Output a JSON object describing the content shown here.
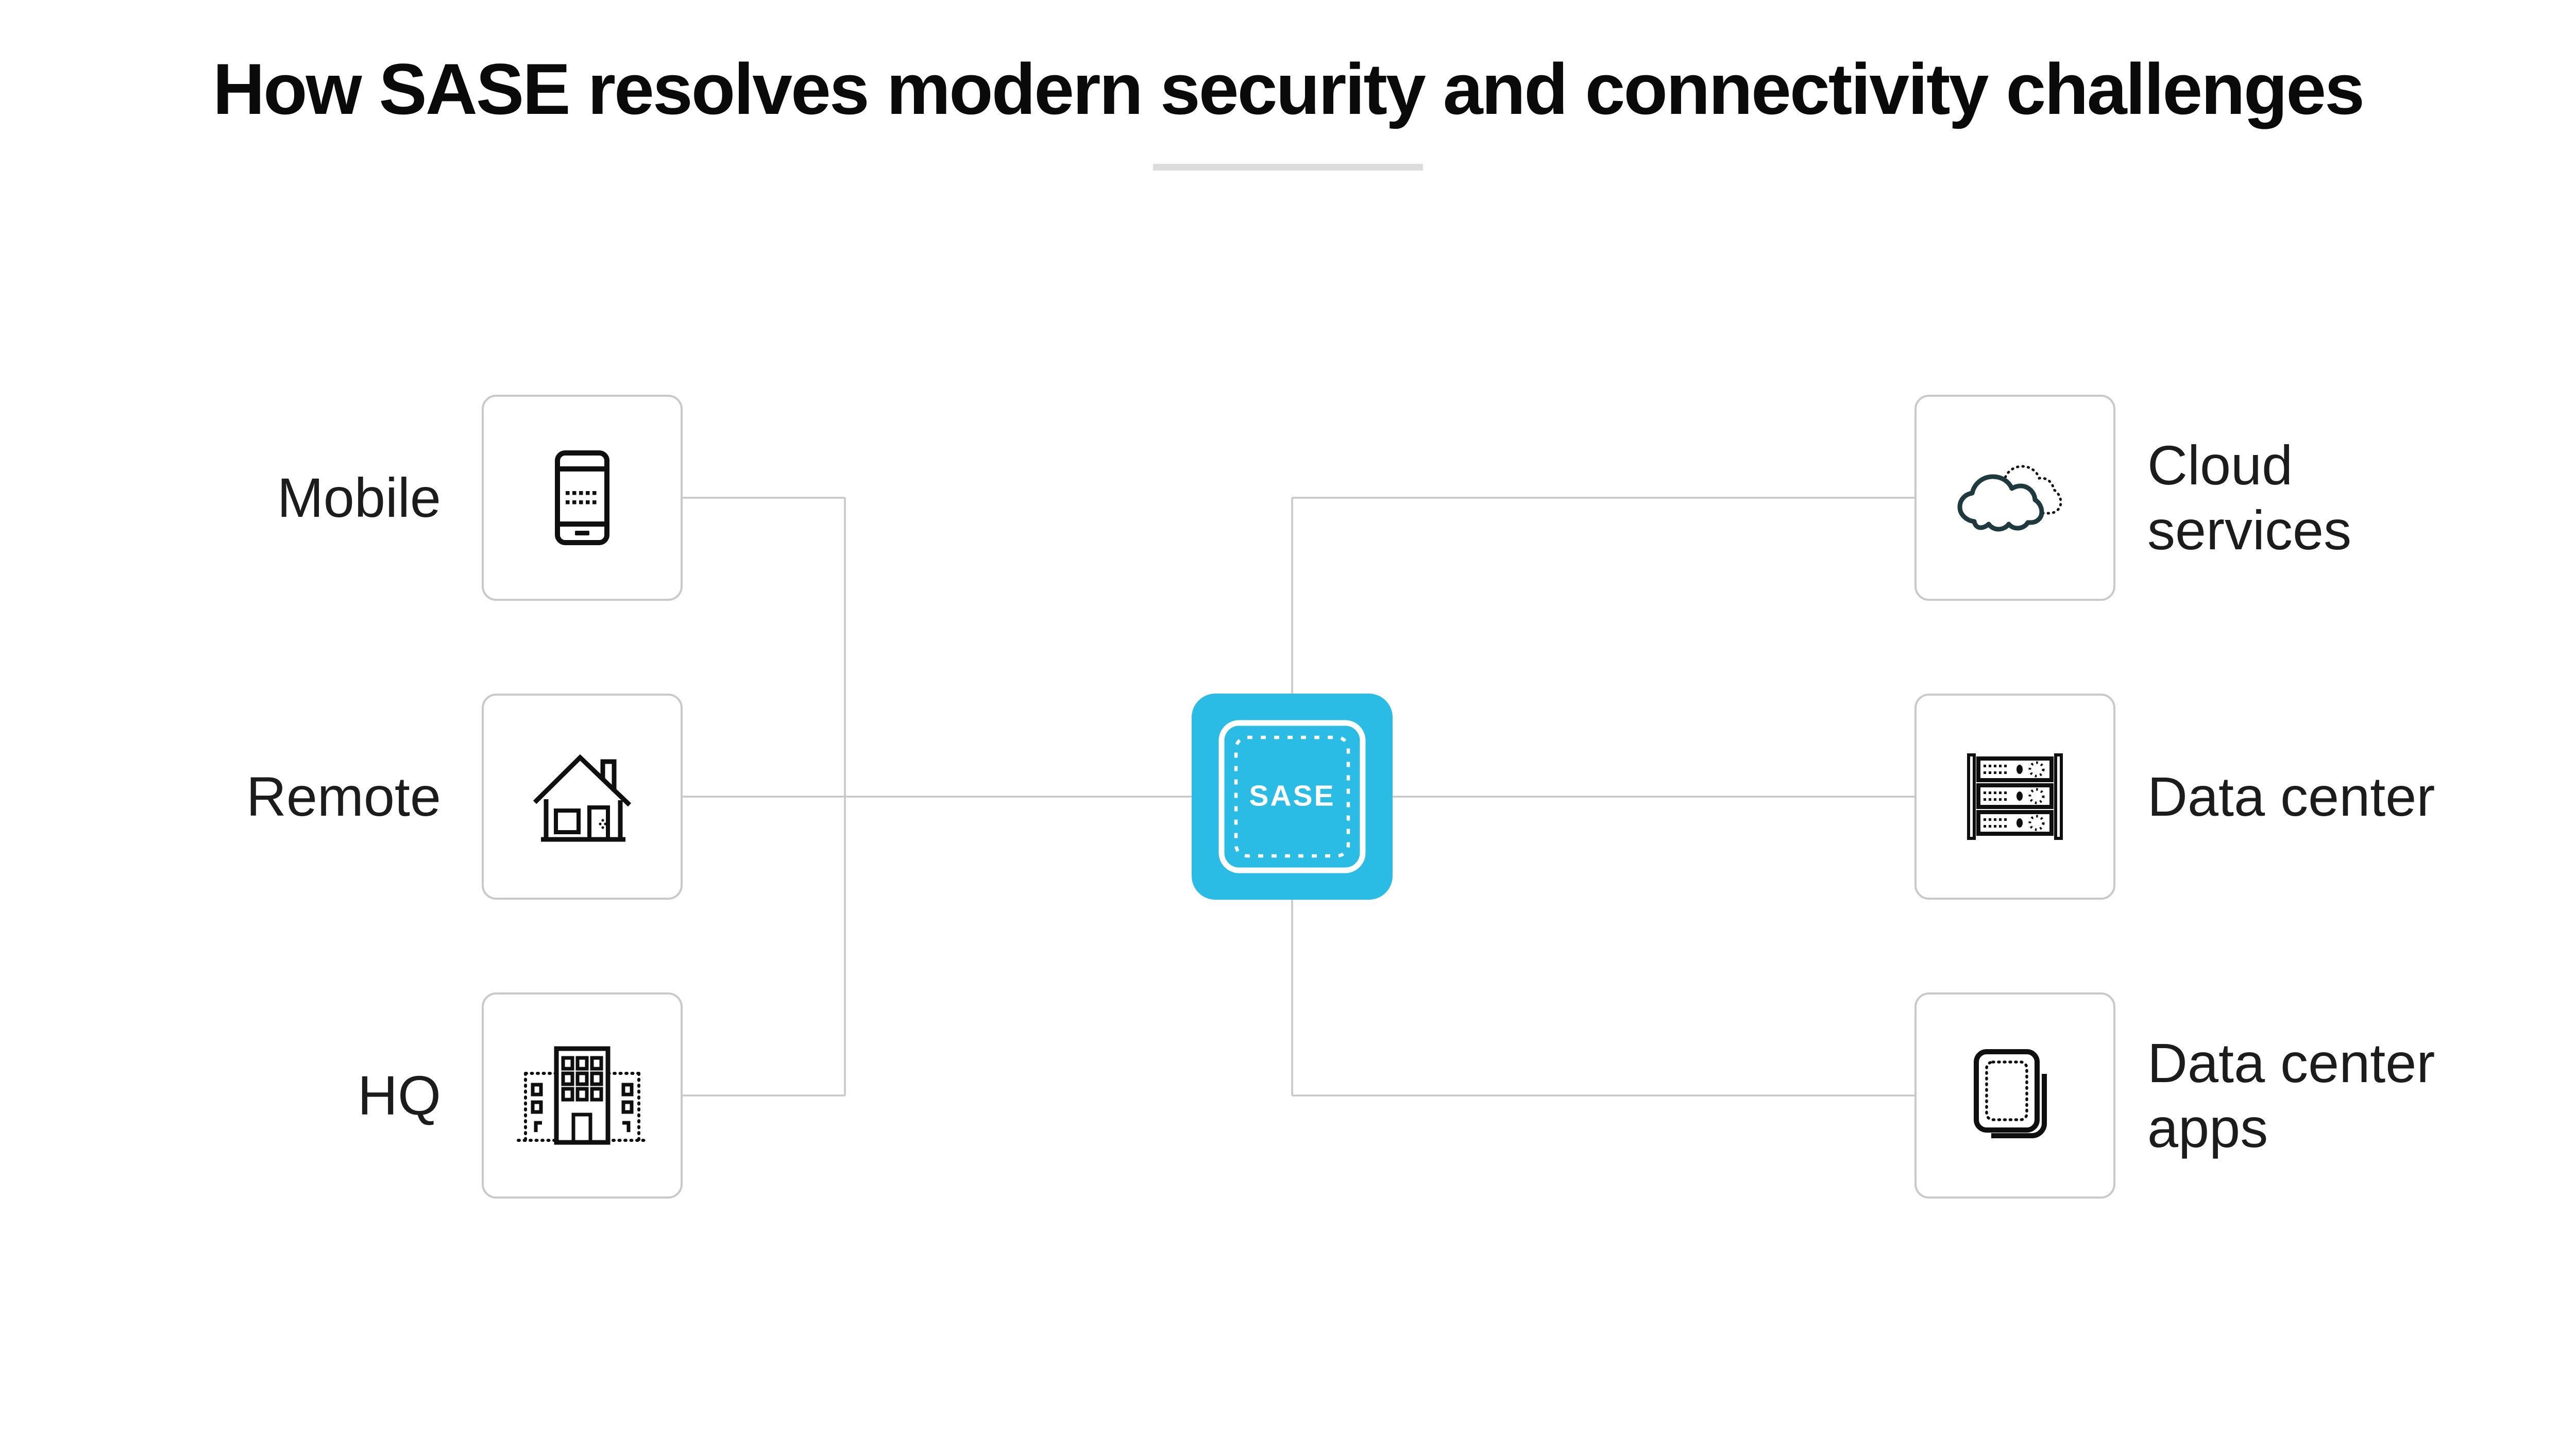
{
  "title": {
    "text": "How SASE resolves modern security and connectivity challenges"
  },
  "sase": {
    "label": "SASE"
  },
  "nodes": {
    "left": [
      {
        "id": "mobile",
        "label": "Mobile",
        "icon": "smartphone-icon"
      },
      {
        "id": "remote",
        "label": "Remote",
        "icon": "house-icon"
      },
      {
        "id": "hq",
        "label": "HQ",
        "icon": "office-building-icon"
      }
    ],
    "right": [
      {
        "id": "cloud-services",
        "label": "Cloud services",
        "icon": "cloud-icon"
      },
      {
        "id": "data-center",
        "label": "Data center",
        "icon": "server-rack-icon"
      },
      {
        "id": "data-center-apps",
        "label": "Data center apps",
        "icon": "stacked-cards-icon"
      }
    ]
  },
  "connectors": [
    "mobile-to-left-junction",
    "hq-to-left-junction",
    "left-junction-vertical",
    "remote-to-sase",
    "sase-to-data-center",
    "right-junction-vertical",
    "right-junction-to-cloud-services",
    "right-junction-to-data-center-apps"
  ],
  "colors": {
    "accent_cyan": "#2abce4",
    "connector_gray": "#c7c7c7",
    "box_border_gray": "#c9c9c9",
    "icon_black": "#0f0f0f",
    "cloud_icon_teal": "#1e3a3e",
    "divider_gray": "#dcdcdc",
    "title_black": "#0a0a0a",
    "background": "#ffffff",
    "sase_text": "#ffffff"
  }
}
